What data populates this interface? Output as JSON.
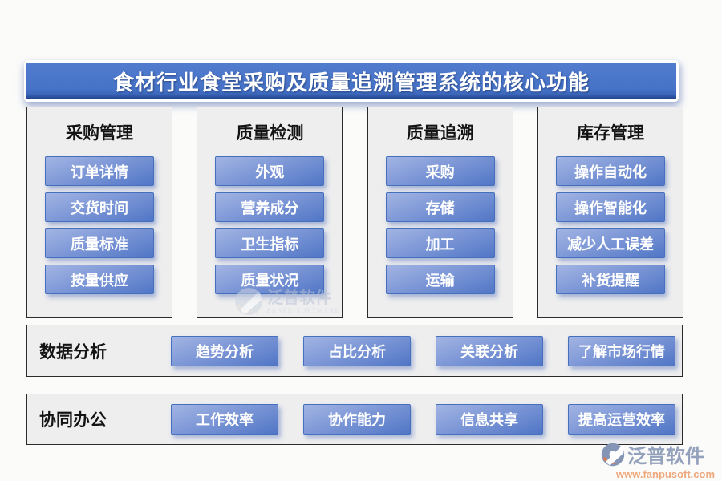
{
  "title": "食材行业食堂采购及质量追溯管理系统的核心功能",
  "colors": {
    "banner_blue": "#4673c7",
    "banner_edge_dark": "#21407f",
    "chip_gradient_light": "#a2b4e3",
    "chip_gradient_dark": "#5176c6",
    "chip_border": "#4470bd",
    "box_fill": "#eeeeef",
    "box_border": "#2b2b2b",
    "brand_text": "#94a1bd",
    "brand_url_orange": "#eea87c"
  },
  "columns": [
    {
      "header": "采购管理",
      "items": [
        "订单详情",
        "交货时间",
        "质量标准",
        "按量供应"
      ]
    },
    {
      "header": "质量检测",
      "items": [
        "外观",
        "营养成分",
        "卫生指标",
        "质量状况"
      ]
    },
    {
      "header": "质量追溯",
      "items": [
        "采购",
        "存储",
        "加工",
        "运输"
      ]
    },
    {
      "header": "库存管理",
      "items": [
        "操作自动化",
        "操作智能化",
        "减少人工误差",
        "补货提醒"
      ]
    }
  ],
  "rows": [
    {
      "label": "数据分析",
      "items": [
        "趋势分析",
        "占比分析",
        "关联分析",
        "了解市场行情"
      ]
    },
    {
      "label": "协同办公",
      "items": [
        "工作效率",
        "协作能力",
        "信息共享",
        "提高运营效率"
      ]
    }
  ],
  "watermark": {
    "icon": "fanpu-logo-icon",
    "name": "泛普软件",
    "subtitle": "FANPU SOFTWARE"
  },
  "brand": {
    "icon": "fanpu-logo-icon",
    "name": "泛普软件",
    "url": "www.fanpusoft.com"
  }
}
